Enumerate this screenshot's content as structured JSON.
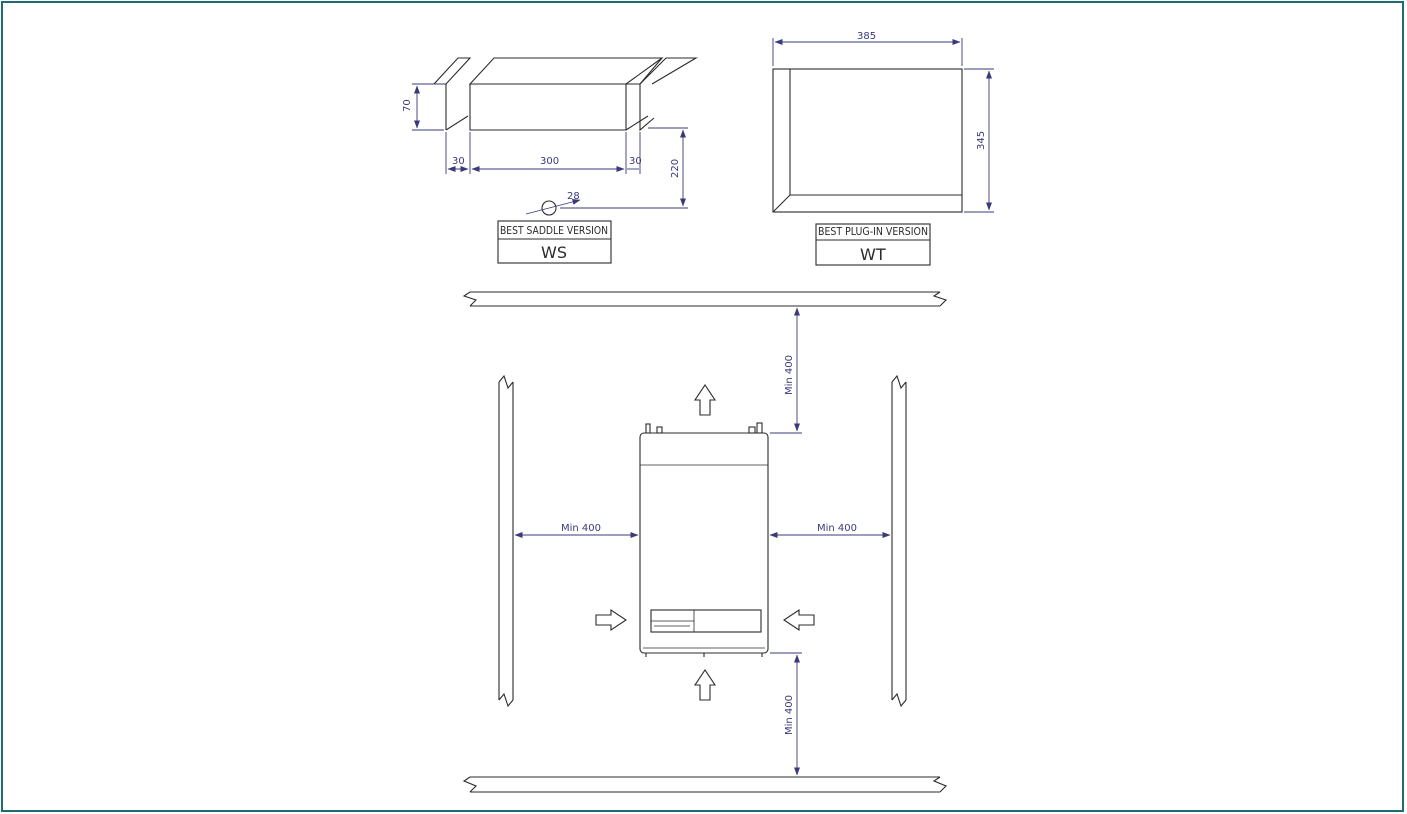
{
  "saddle": {
    "dim_height": "70",
    "dim_flange_left": "30",
    "dim_width": "300",
    "dim_flange_right": "30",
    "dim_depth": "220",
    "dim_diameter": "28",
    "title": "BEST SADDLE VERSION",
    "code": "WS"
  },
  "plugin": {
    "dim_width": "385",
    "dim_height": "345",
    "title": "BEST PLUG-IN VERSION",
    "code": "WT"
  },
  "clearance": {
    "top": "Min 400",
    "left": "Min 400",
    "right": "Min 400",
    "bottom": "Min 400"
  }
}
